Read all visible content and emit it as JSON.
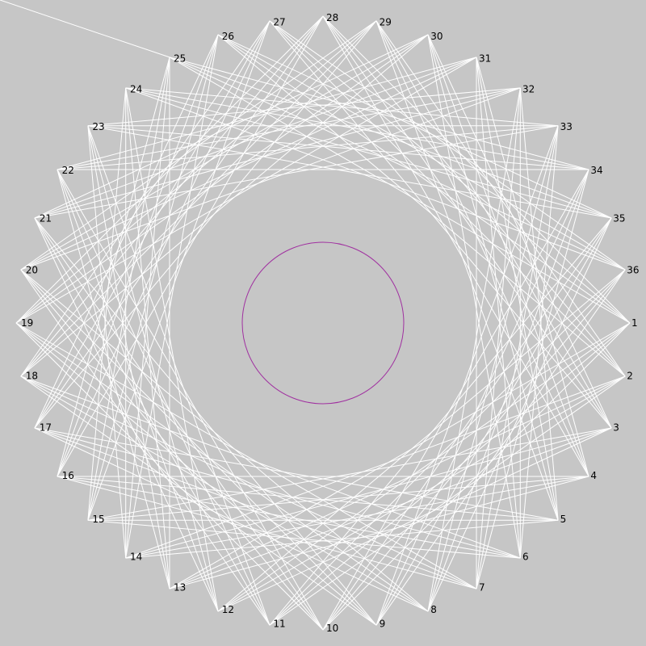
{
  "diagram": {
    "background": "#c6c6c6",
    "line_color": "#ffffff",
    "inner_circle_color": "#a030a0",
    "point_labels": [
      "1",
      "2",
      "3",
      "4",
      "5",
      "6",
      "7",
      "8",
      "9",
      "10",
      "11",
      "12",
      "13",
      "14",
      "15",
      "16",
      "17",
      "18",
      "19",
      "20",
      "21",
      "22",
      "23",
      "24",
      "25",
      "26",
      "27",
      "28",
      "29",
      "30",
      "31",
      "32",
      "33",
      "34",
      "35",
      "36"
    ],
    "chord_skips": [
      9,
      10,
      11,
      12
    ],
    "extra_line": {
      "from_label": "25",
      "direction": "top-left edge"
    }
  }
}
